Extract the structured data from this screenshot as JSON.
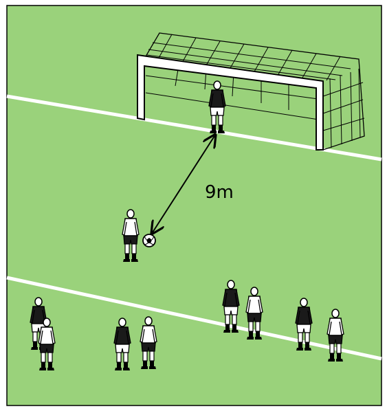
{
  "colors": {
    "pitch": "#9ad27b",
    "line": "#ffffff",
    "ink": "#000000",
    "kit_white": "#ffffff",
    "kit_dark": "#1a1a1a"
  },
  "distance_label": "9m",
  "players": [
    {
      "id": "goalkeeper",
      "kit": "dark"
    },
    {
      "id": "penalty-taker",
      "kit": "white"
    },
    {
      "id": "player-1",
      "kit": "dark"
    },
    {
      "id": "player-2",
      "kit": "white"
    },
    {
      "id": "player-3",
      "kit": "dark"
    },
    {
      "id": "player-4",
      "kit": "white"
    },
    {
      "id": "player-5",
      "kit": "dark"
    },
    {
      "id": "player-6",
      "kit": "white"
    },
    {
      "id": "player-7",
      "kit": "dark"
    },
    {
      "id": "player-8",
      "kit": "white"
    }
  ],
  "icons": {
    "goal": "goal-net-icon",
    "ball": "football-icon",
    "arrow": "double-arrow-icon"
  }
}
